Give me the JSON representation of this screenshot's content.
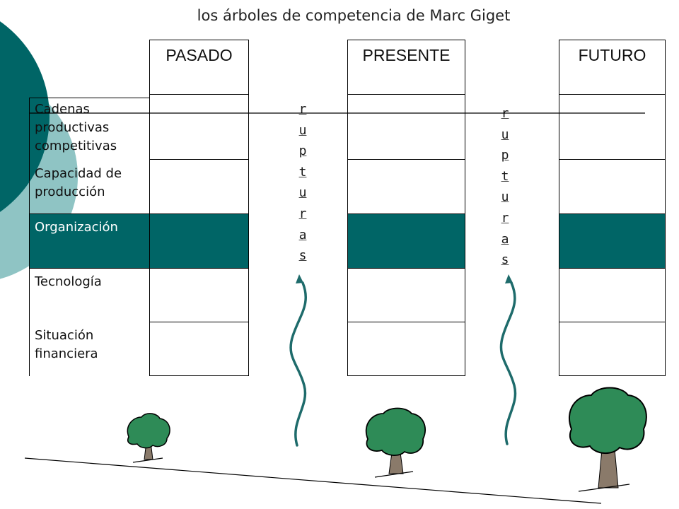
{
  "title": "los árboles de competencia de Marc Giget",
  "columns": [
    "PASADO",
    "PRESENTE",
    "FUTURO"
  ],
  "rows": [
    "Cadenas productivas competitivas",
    "Capacidad de producción",
    "Organización",
    "Tecnología",
    "Situación financiera"
  ],
  "highlighted_row": "Organización",
  "rupturas_1": [
    "r",
    "u",
    "p",
    "t",
    "u",
    "r",
    "a",
    "s"
  ],
  "rupturas_2": [
    "r",
    "u",
    "p",
    "t",
    "u",
    "r",
    "a",
    "s"
  ],
  "colors": {
    "accent": "#006566",
    "circle_dark": "#006566",
    "circle_light": "#8fc4c4",
    "tree_leaf": "#2e8b57"
  },
  "icons": [
    "wavy-arrow-icon",
    "tree-icon"
  ]
}
